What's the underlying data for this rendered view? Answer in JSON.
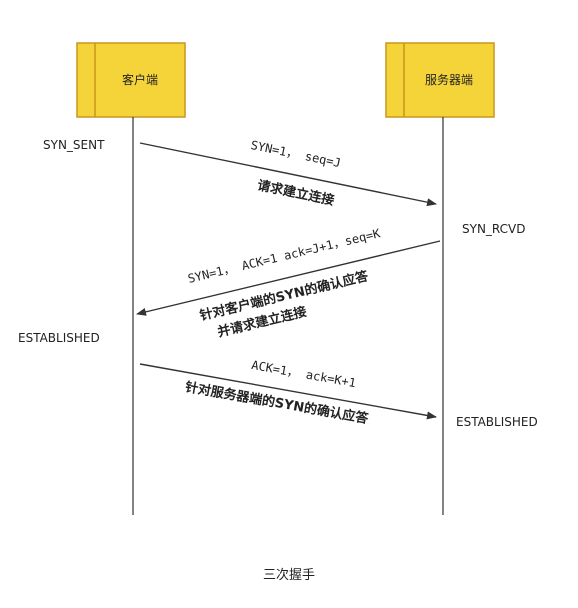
{
  "colors": {
    "box_fill": "#f5d43a",
    "box_border": "#c8961e",
    "line": "#333333"
  },
  "participants": {
    "client": "客户端",
    "server": "服务器端"
  },
  "states": {
    "client_1": "SYN_SENT",
    "server_1": "SYN_RCVD",
    "client_2": "ESTABLISHED",
    "server_2": "ESTABLISHED"
  },
  "messages": {
    "m1": {
      "line1": "SYN=1， seq=J",
      "line2": "请求建立连接"
    },
    "m2": {
      "line1": "SYN=1， ACK=1  ack=J+1，seq=K",
      "line2": "针对客户端的SYN的确认应答",
      "line3": "并请求建立连接"
    },
    "m3": {
      "line1": "ACK=1， ack=K+1",
      "line2": "针对服务器端的SYN的确认应答"
    }
  },
  "caption": "三次握手"
}
